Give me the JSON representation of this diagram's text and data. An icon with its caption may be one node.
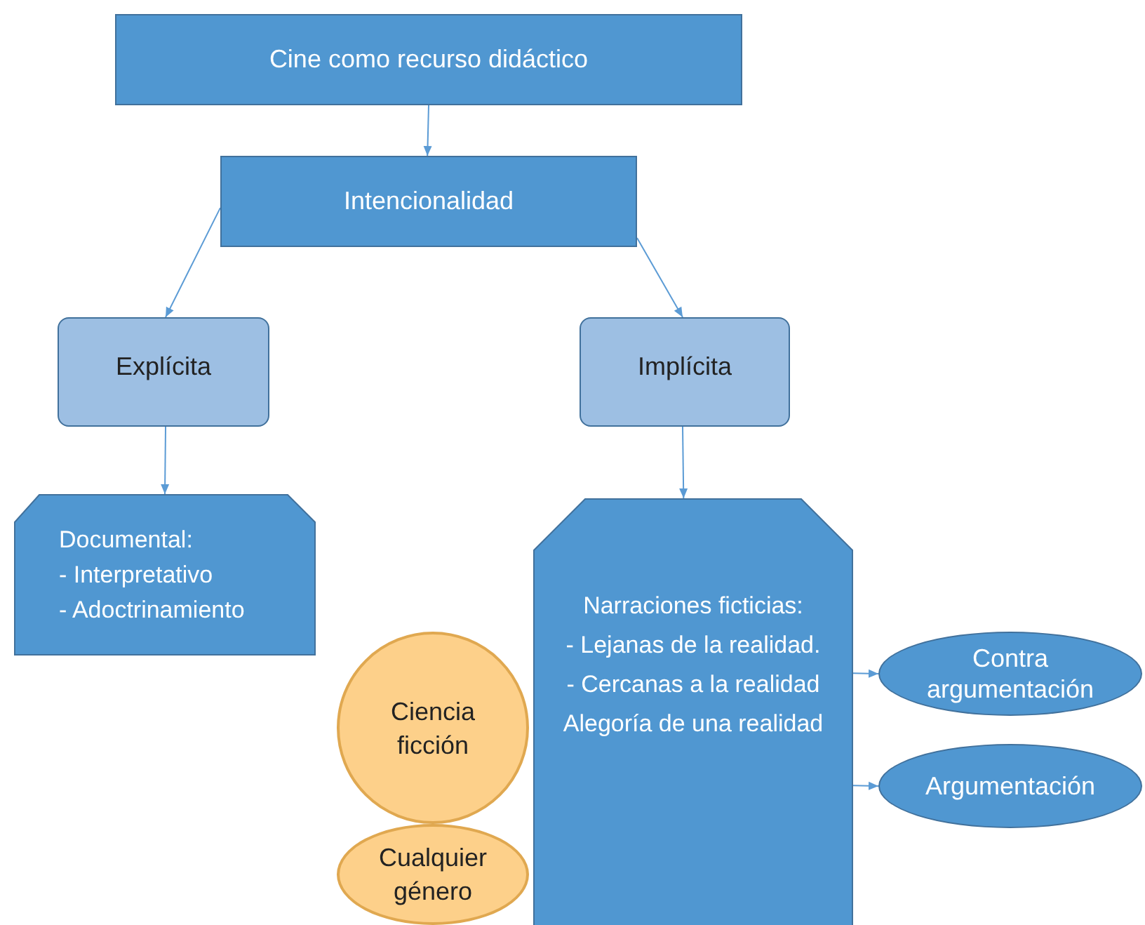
{
  "diagram": {
    "nodes": [
      {
        "text": [
          "Cine como recurso didáctico"
        ]
      },
      {
        "text": [
          "Intencionalidad"
        ]
      },
      {
        "text": [
          "Explícita"
        ]
      },
      {
        "text": [
          "Implícita"
        ]
      },
      {
        "text": [
          "Documental:",
          "- Interpretativo",
          "- Adoctrinamiento"
        ]
      },
      {
        "text": [
          "Narraciones ficticias:",
          "- Lejanas de la realidad.",
          "- Cercanas a la realidad",
          "Alegoría de una realidad"
        ]
      },
      {
        "text": [
          "Ciencia ficción"
        ]
      },
      {
        "text": [
          "Cualquier género"
        ]
      },
      {
        "text": [
          "Contra argumentación"
        ]
      },
      {
        "text": [
          "Argumentación"
        ]
      }
    ],
    "edges": [
      {
        "from": 0,
        "to": 1,
        "arrow": "to"
      },
      {
        "from": 1,
        "to": 2,
        "arrow": "to"
      },
      {
        "from": 1,
        "to": 3,
        "arrow": "to"
      },
      {
        "from": 2,
        "to": 4,
        "arrow": "to"
      },
      {
        "from": 3,
        "to": 5,
        "arrow": "to"
      },
      {
        "from": 5,
        "to": 8,
        "arrow": "to"
      },
      {
        "from": 5,
        "to": 9,
        "arrow": "to"
      }
    ]
  }
}
